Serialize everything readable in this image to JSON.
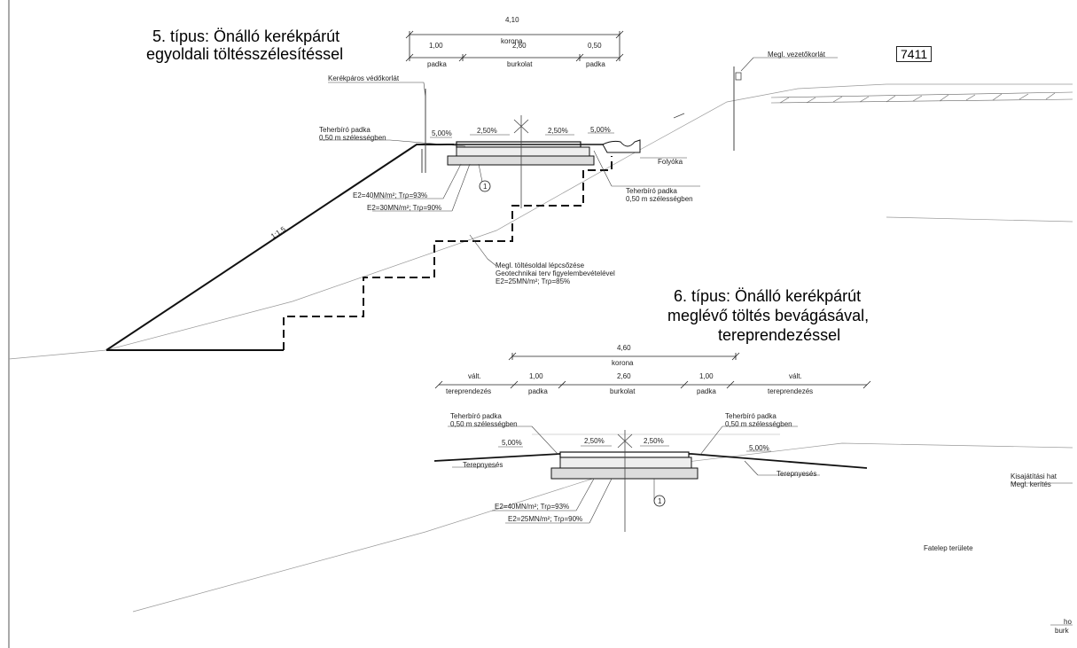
{
  "section5": {
    "title_line1": "5. típus: Önálló kerékpárút",
    "title_line2": "egyoldali töltésszélesítéssel",
    "dim_total": "4,10",
    "dim_total_label": "korona",
    "dim_left": "1,00",
    "dim_left_label": "padka",
    "dim_mid": "2,60",
    "dim_mid_label": "burkolat",
    "dim_right": "0,50",
    "dim_right_label": "padka",
    "label_guardrail": "Kerékpáros védőkorlát",
    "label_existing_guardrail": "Megl. vezetőkorlát",
    "drawing_number": "7411",
    "label_bearing_shoulder_left_1": "Teherbíró padka",
    "label_bearing_shoulder_left_2": "0,50 m szélességben",
    "slope_left": "5,00%",
    "cross_left": "2,50%",
    "cross_right": "2,50%",
    "slope_right": "5,00%",
    "label_gutter": "Folyóka",
    "label_bearing_shoulder_right_1": "Teherbíró padka",
    "label_bearing_shoulder_right_2": "0,50 m szélességben",
    "spec_e2_1": "E2=40MN/m²; Trρ=93%",
    "spec_e2_2": "E2=30MN/m²; Trρ=90%",
    "marker_1": "1",
    "slope_ratio": "1:1,5",
    "steps_1": "Megl. töltésoldal lépcsőzése",
    "steps_2": "Geotechnikai terv figyelembevételével",
    "steps_3": "E2=25MN/m²; Trρ=85%"
  },
  "section6": {
    "title_line1": "6. típus: Önálló kerékpárút",
    "title_line2": "meglévő töltés bevágásával,",
    "title_line3": "tereprendezéssel",
    "dim_total": "4,60",
    "dim_total_label": "korona",
    "d1_val": "vált.",
    "d1_label": "tereprendezés",
    "d2_val": "1,00",
    "d2_label": "padka",
    "d3_val": "2,60",
    "d3_label": "burkolat",
    "d4_val": "1,00",
    "d4_label": "padka",
    "d5_val": "vált.",
    "d5_label": "tereprendezés",
    "label_bearing_left_1": "Teherbíró padka",
    "label_bearing_left_2": "0,50 m szélességben",
    "label_bearing_right_1": "Teherbíró padka",
    "label_bearing_right_2": "0,50 m szélességben",
    "slope_left": "5,00%",
    "cross_left": "2,50%",
    "cross_right": "2,50%",
    "slope_right": "5,00%",
    "label_terrain_left": "Terepnyesés",
    "label_terrain_right": "Terepnyesés",
    "spec_e2_1": "E2=40MN/m²; Trρ=93%",
    "spec_e2_2": "E2=25MN/m²; Trρ=90%",
    "marker_1": "1"
  },
  "right_notes": {
    "expropriation_1": "Kisajátítási hat",
    "expropriation_2": "Megl. kerítés",
    "timber_yard": "Fatelep területe",
    "corner_1": "ho",
    "corner_2": "burk"
  }
}
